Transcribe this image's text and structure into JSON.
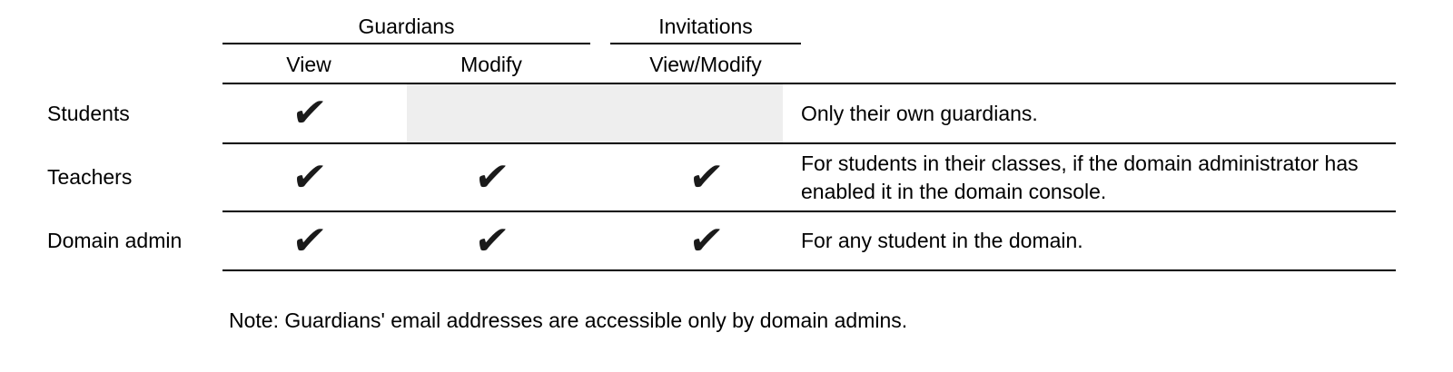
{
  "table": {
    "column_groups": [
      {
        "label": "Guardians"
      },
      {
        "label": "Invitations"
      }
    ],
    "sub_columns": [
      "View",
      "Modify",
      "View/Modify"
    ],
    "check_glyph": "✔",
    "rows": [
      {
        "label": "Students",
        "checks": [
          "✔",
          "",
          ""
        ],
        "note": "Only their own guardians."
      },
      {
        "label": "Teachers",
        "checks": [
          "✔",
          "✔",
          "✔"
        ],
        "note": "For students in their classes, if the domain administrator has enabled it in the domain console."
      },
      {
        "label": "Domain admin",
        "checks": [
          "✔",
          "✔",
          "✔"
        ],
        "note": "For any student in the domain."
      }
    ]
  },
  "footnote": "Note: Guardians' email addresses are accessible only by domain admins.",
  "colors": {
    "text": "#000000",
    "rule": "#000000",
    "disabled_cell_bg": "#eeeeee",
    "background": "#ffffff"
  }
}
